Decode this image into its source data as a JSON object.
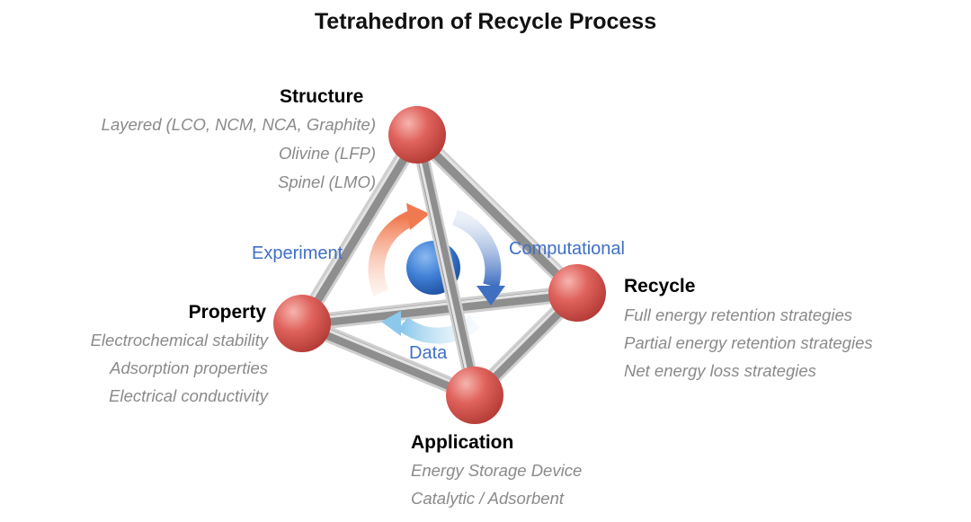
{
  "title": "Tetrahedron of Recycle Process",
  "vertices": {
    "structure": {
      "label": "Structure",
      "items": [
        "Layered (LCO, NCM, NCA, Graphite)",
        "Olivine  (LFP)",
        "Spinel (LMO)"
      ]
    },
    "property": {
      "label": "Property",
      "items": [
        "Electrochemical stability",
        "Adsorption properties",
        "Electrical conductivity"
      ]
    },
    "recycle": {
      "label": "Recycle",
      "items": [
        "Full energy retention strategies",
        "Partial energy retention strategies",
        "Net energy loss strategies"
      ]
    },
    "application": {
      "label": "Application",
      "items": [
        "Energy Storage Device",
        "Catalytic / Adsorbent"
      ]
    }
  },
  "cycle": {
    "experiment": "Experiment",
    "computational": "Computational",
    "data": "Data"
  },
  "colors": {
    "node": "#e0625c",
    "edge": "#8e8e8e",
    "center": "#3f80d6",
    "experiment_arrow": "#f28a64",
    "computational_arrow": "#4f7fcc",
    "data_arrow": "#9fd0ee",
    "cycle_text": "#3f6fc6",
    "item_text": "#8a8a8a"
  }
}
